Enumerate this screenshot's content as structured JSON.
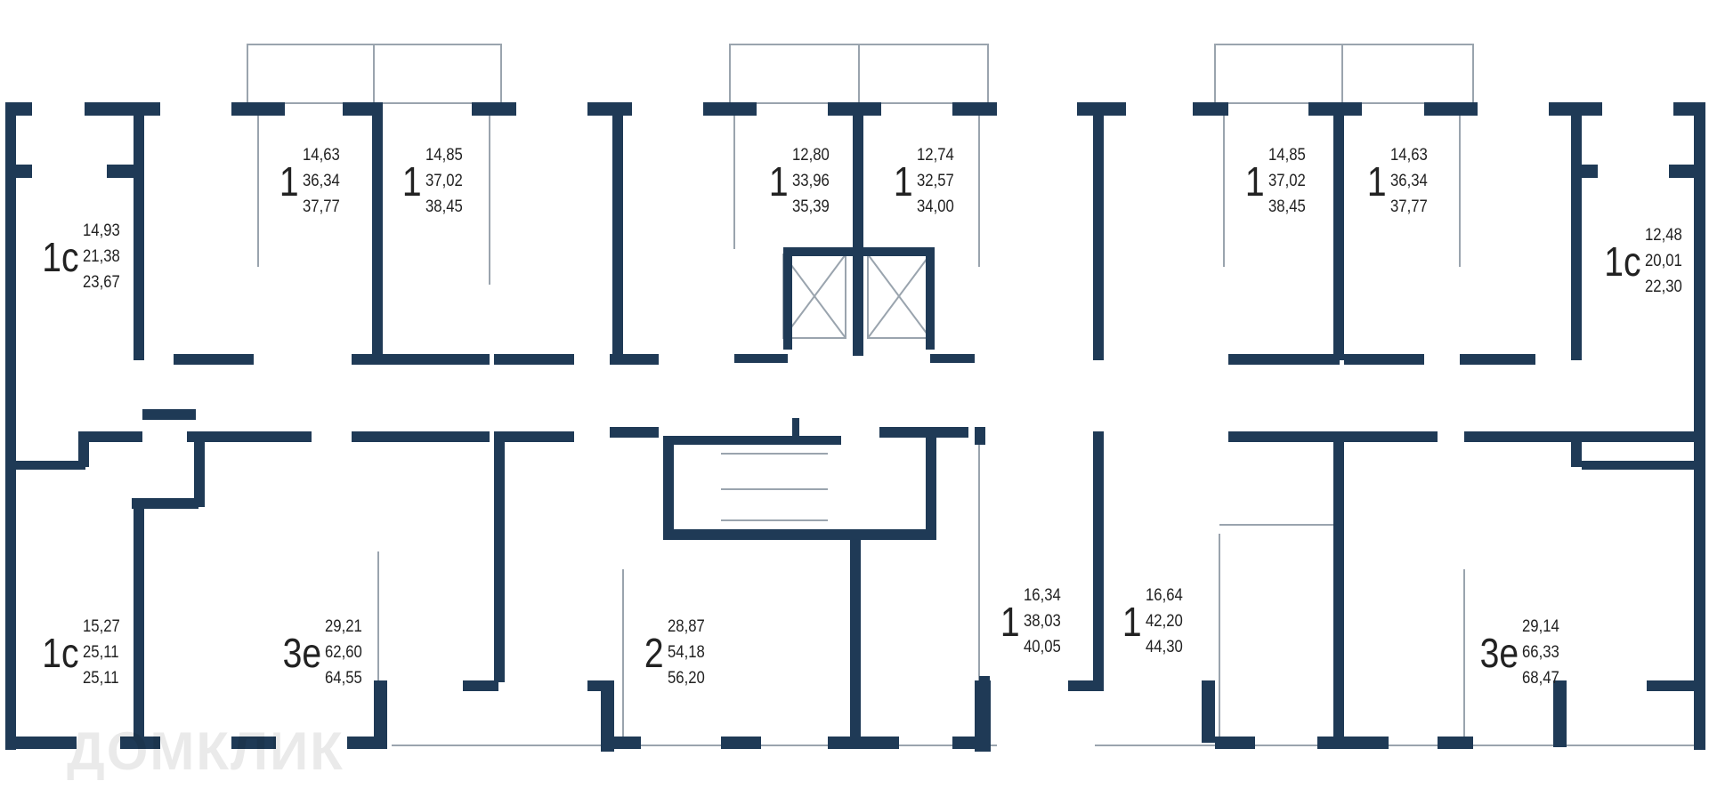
{
  "colors": {
    "wall": "#1f3a56",
    "thin_line": "#9aa4ae",
    "background": "#ffffff"
  },
  "watermark": "ДОМКЛИК",
  "apartments": [
    {
      "rooms": "1с",
      "living": "14,93",
      "total": "21,38",
      "with_balcony": "23,67"
    },
    {
      "rooms": "1",
      "living": "14,63",
      "total": "36,34",
      "with_balcony": "37,77"
    },
    {
      "rooms": "1",
      "living": "14,85",
      "total": "37,02",
      "with_balcony": "38,45"
    },
    {
      "rooms": "1",
      "living": "12,80",
      "total": "33,96",
      "with_balcony": "35,39"
    },
    {
      "rooms": "1",
      "living": "12,74",
      "total": "32,57",
      "with_balcony": "34,00"
    },
    {
      "rooms": "1",
      "living": "14,85",
      "total": "37,02",
      "with_balcony": "38,45"
    },
    {
      "rooms": "1",
      "living": "14,63",
      "total": "36,34",
      "with_balcony": "37,77"
    },
    {
      "rooms": "1с",
      "living": "12,48",
      "total": "20,01",
      "with_balcony": "22,30"
    },
    {
      "rooms": "1с",
      "living": "15,27",
      "total": "25,11",
      "with_balcony": "25,11"
    },
    {
      "rooms": "3е",
      "living": "29,21",
      "total": "62,60",
      "with_balcony": "64,55"
    },
    {
      "rooms": "2",
      "living": "28,87",
      "total": "54,18",
      "with_balcony": "56,20"
    },
    {
      "rooms": "1",
      "living": "16,34",
      "total": "38,03",
      "with_balcony": "40,05"
    },
    {
      "rooms": "1",
      "living": "16,64",
      "total": "42,20",
      "with_balcony": "44,30"
    },
    {
      "rooms": "3е",
      "living": "29,14",
      "total": "66,33",
      "with_balcony": "68,47"
    }
  ]
}
